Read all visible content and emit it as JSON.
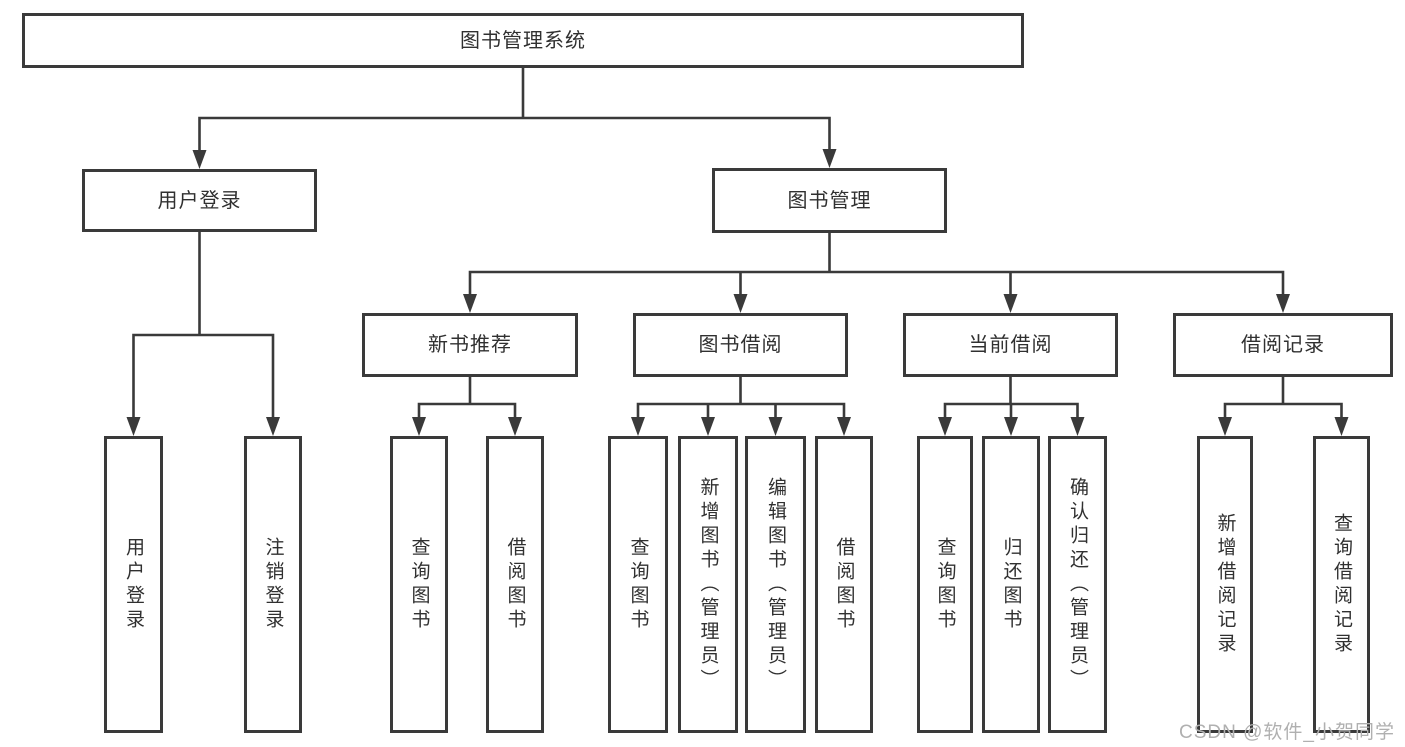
{
  "page": {
    "watermark": "CSDN @软件_小贺同学",
    "colors": {
      "line": "#3a3a3a",
      "box_border": "#3a3a3a",
      "box_fill": "#ffffff",
      "text": "#303030",
      "watermark": "#b0b0b0"
    }
  },
  "nodes": {
    "root": {
      "label": "图书管理系统"
    },
    "login_group": {
      "label": "用户登录"
    },
    "book_mgmt": {
      "label": "图书管理"
    },
    "new_book_rec": {
      "label": "新书推荐"
    },
    "book_borrow": {
      "label": "图书借阅"
    },
    "current_borrow": {
      "label": "当前借阅"
    },
    "borrow_record": {
      "label": "借阅记录"
    },
    "user_login": {
      "label": "用户登录"
    },
    "logout": {
      "label": "注销登录"
    },
    "rec_query": {
      "label": "查询图书"
    },
    "rec_borrow": {
      "label": "借阅图书"
    },
    "bb_query": {
      "label": "查询图书"
    },
    "bb_add": {
      "label": "新增图书（管理员）"
    },
    "bb_edit": {
      "label": "编辑图书（管理员）"
    },
    "bb_borrow": {
      "label": "借阅图书"
    },
    "cb_query": {
      "label": "查询图书"
    },
    "cb_return": {
      "label": "归还图书"
    },
    "cb_confirm": {
      "label": "确认归还（管理员）"
    },
    "br_add": {
      "label": "新增借阅记录"
    },
    "br_query": {
      "label": "查询借阅记录"
    }
  }
}
